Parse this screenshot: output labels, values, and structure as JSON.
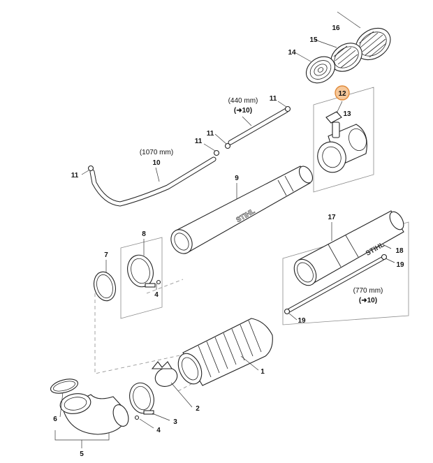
{
  "callouts": {
    "c1": "1",
    "c2": "2",
    "c3": "3",
    "c4a": "4",
    "c4b": "4",
    "c5": "5",
    "c6": "6",
    "c7": "7",
    "c8": "8",
    "c9": "9",
    "c10": "10",
    "c11a": "11",
    "c11b": "11",
    "c11c": "11",
    "c11d": "11",
    "c12": "12",
    "c13": "13",
    "c14": "14",
    "c15": "15",
    "c16": "16",
    "c17": "17",
    "c18": "18",
    "c19a": "19",
    "c19b": "19"
  },
  "notes": {
    "short_tube_length": "(440 mm)",
    "short_tube_ref": "(➜10)",
    "long_tube_length": "(1070 mm)",
    "tube_770_length": "(770 mm)",
    "tube_770_ref": "(➜10)"
  },
  "logos": {
    "tube_logo": "STIHL",
    "nozzle_logo": "STIHL"
  },
  "colors": {
    "highlight_fill": "#f6c89a",
    "highlight_stroke": "#e08a3a",
    "line": "#222222",
    "frame": "#8a8a8a"
  }
}
